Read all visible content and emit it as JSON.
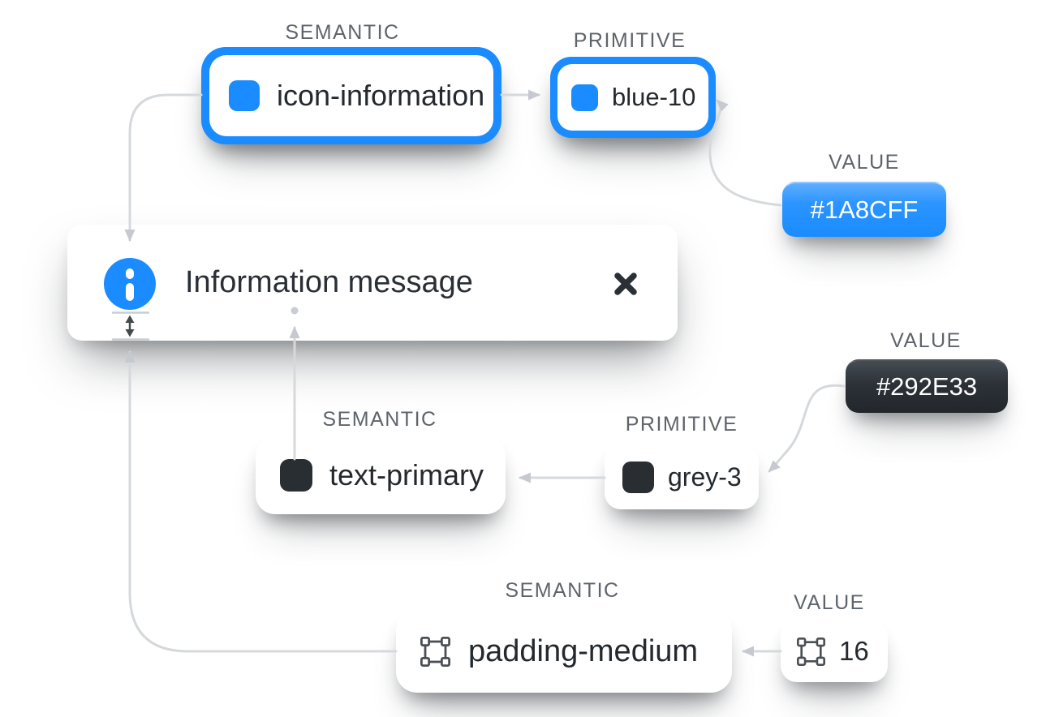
{
  "group_labels": {
    "semantic": "SEMANTIC",
    "primitive": "PRIMITIVE",
    "value": "VALUE"
  },
  "toast": {
    "title": "Information message"
  },
  "icon_token": {
    "semantic": "icon-information",
    "primitive": "blue-10",
    "value": "#1A8CFF"
  },
  "text_token": {
    "semantic": "text-primary",
    "primitive": "grey-3",
    "value": "#292E33"
  },
  "spacing_token": {
    "semantic": "padding-medium",
    "value": "16"
  },
  "icons": {
    "info_icon": "info-circle",
    "close_icon": "x-cross",
    "swatch_icon": "color-swatch",
    "spacing_icon": "bounding-box",
    "measure_icon": "vertical-measure-arrow"
  },
  "colors": {
    "blue": "#1A8CFF",
    "dark": "#292E33",
    "connector": "#D6D9DC",
    "arrowhead": "#C6CAD0",
    "label_grey": "#5E646B"
  }
}
